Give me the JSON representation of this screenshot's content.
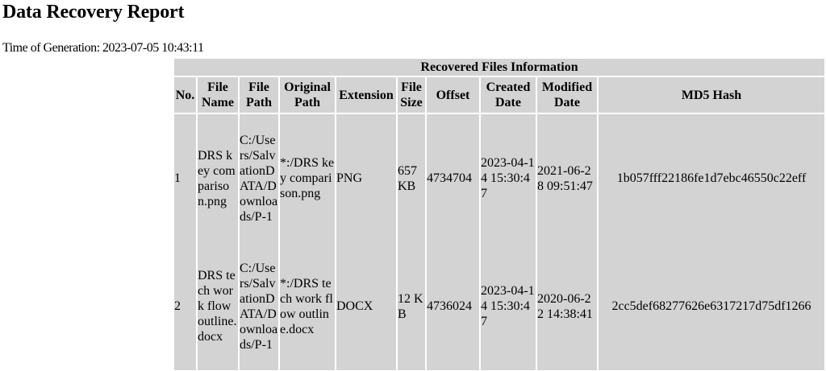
{
  "report": {
    "title": "Data Recovery Report",
    "generation_time": "Time of Generation: 2023-07-05 10:43:11"
  },
  "table": {
    "caption": "Recovered Files Information",
    "headers": {
      "no": "No.",
      "file_name": "File Name",
      "file_path": "File Path",
      "original_path": "Original Path",
      "extension": "Extension",
      "file_size": "File Size",
      "offset": "Offset",
      "created_date": "Created Date",
      "modified_date": "Modified Date",
      "md5_hash": "MD5 Hash"
    },
    "rows": [
      {
        "no": "1",
        "file_name": "DRS key comparison.png",
        "file_path": "C:/Users/SalvationDATA/Downloads/P-1",
        "original_path": "*:/DRS key comparison.png",
        "extension": "PNG",
        "file_size": "657 KB",
        "offset": "4734704",
        "created_date": "2023-04-14 15:30:47",
        "modified_date": "2021-06-28 09:51:47",
        "md5_hash": "1b057fff22186fe1d7ebc46550c22eff"
      },
      {
        "no": "2",
        "file_name": "DRS tech work flow outline.docx",
        "file_path": "C:/Users/SalvationDATA/Downloads/P-1",
        "original_path": "*:/DRS tech work flow outline.docx",
        "extension": "DOCX",
        "file_size": "12 KB",
        "offset": "4736024",
        "created_date": "2023-04-14 15:30:47",
        "modified_date": "2020-06-22 14:38:41",
        "md5_hash": "2cc5def68277626e6317217d75df1266"
      }
    ]
  }
}
